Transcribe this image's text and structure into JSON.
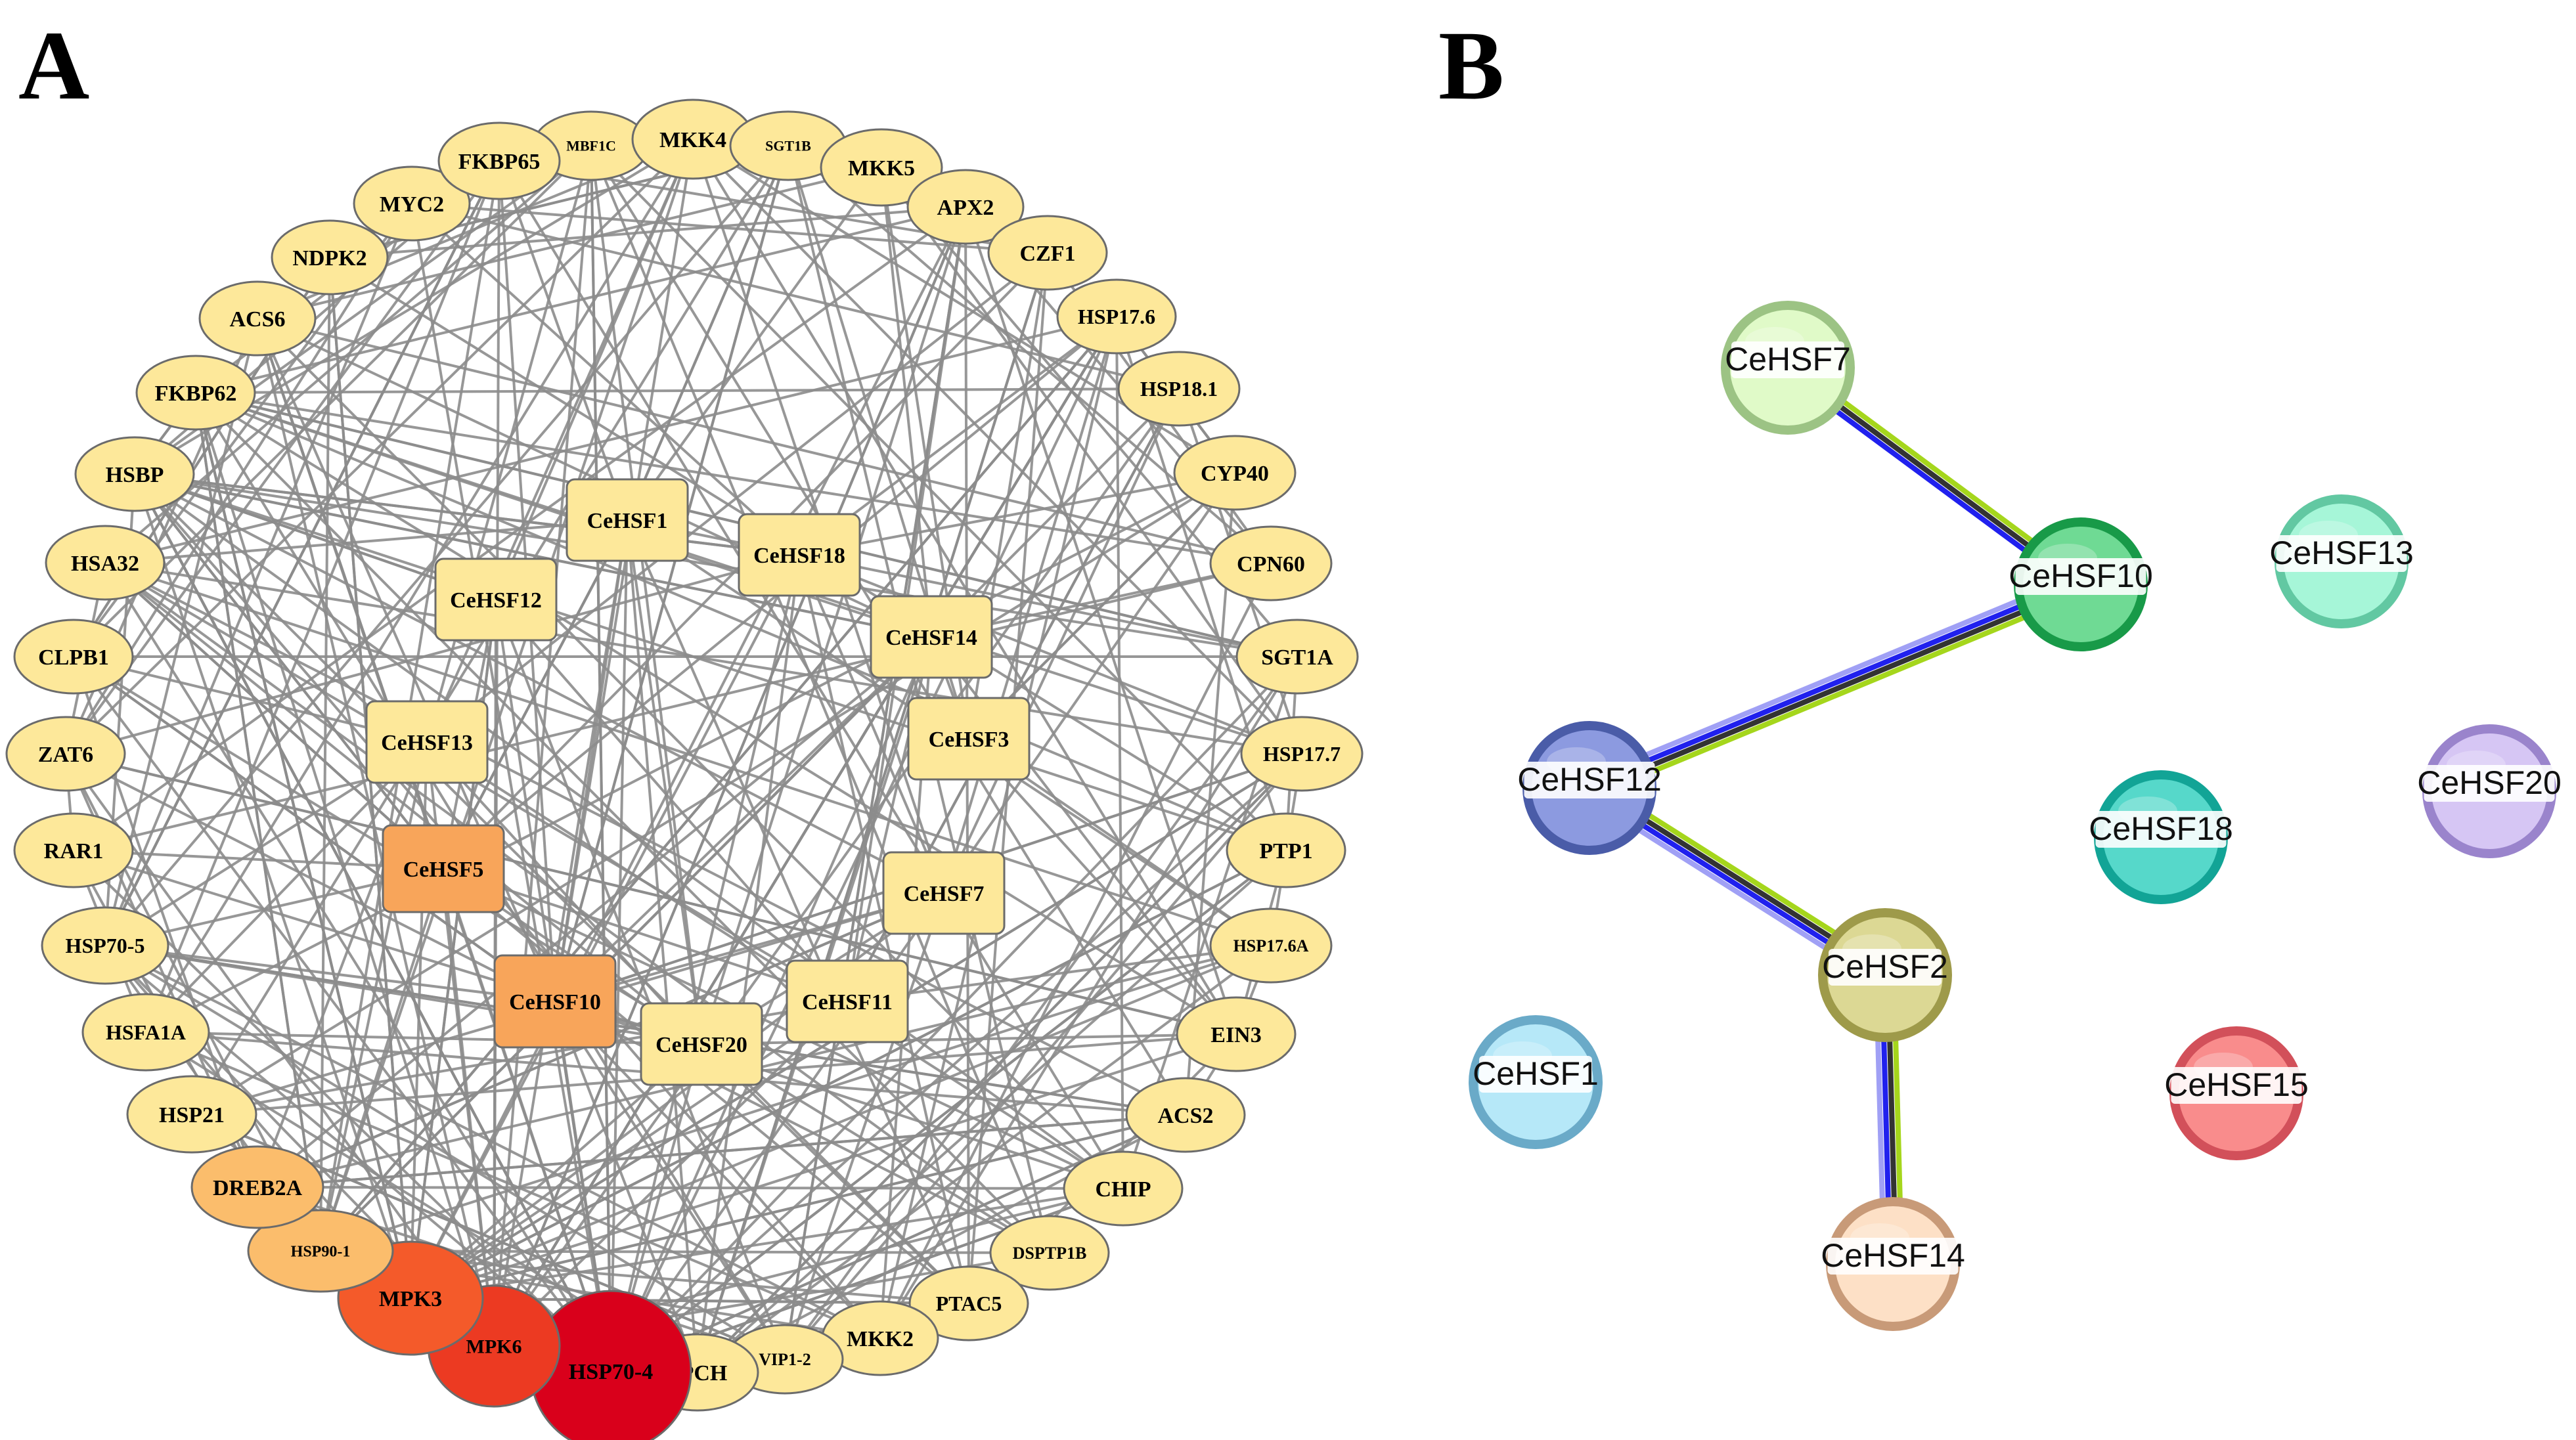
{
  "panels": {
    "a_label": "A",
    "b_label": "B"
  },
  "panel_a": {
    "colors": {
      "edge": "#8c8c8c",
      "node_stroke": "#6b6b6b",
      "level_0": "#fde89a",
      "level_1": "#fbbd6c",
      "level_2": "#f8a55a",
      "level_3": "#f45a2a",
      "level_4": "#ec3a22",
      "level_5": "#d9001b"
    },
    "nodes": [
      {
        "id": "MBF1C",
        "shape": "ellipse",
        "level": 0
      },
      {
        "id": "MKK4",
        "shape": "ellipse",
        "level": 0
      },
      {
        "id": "SGT1B",
        "shape": "ellipse",
        "level": 0
      },
      {
        "id": "MKK5",
        "shape": "ellipse",
        "level": 0
      },
      {
        "id": "APX2",
        "shape": "ellipse",
        "level": 0
      },
      {
        "id": "CZF1",
        "shape": "ellipse",
        "level": 0
      },
      {
        "id": "HSP17.6",
        "shape": "ellipse",
        "level": 0
      },
      {
        "id": "HSP18.1",
        "shape": "ellipse",
        "level": 0
      },
      {
        "id": "CYP40",
        "shape": "ellipse",
        "level": 0
      },
      {
        "id": "CPN60",
        "shape": "ellipse",
        "level": 0
      },
      {
        "id": "SGT1A",
        "shape": "ellipse",
        "level": 0
      },
      {
        "id": "HSP17.7",
        "shape": "ellipse",
        "level": 0
      },
      {
        "id": "PTP1",
        "shape": "ellipse",
        "level": 0
      },
      {
        "id": "HSP17.6A",
        "shape": "ellipse",
        "level": 0
      },
      {
        "id": "EIN3",
        "shape": "ellipse",
        "level": 0
      },
      {
        "id": "ACS2",
        "shape": "ellipse",
        "level": 0
      },
      {
        "id": "CHIP",
        "shape": "ellipse",
        "level": 0
      },
      {
        "id": "DSPTP1B",
        "shape": "ellipse",
        "level": 0
      },
      {
        "id": "PTAC5",
        "shape": "ellipse",
        "level": 0
      },
      {
        "id": "MKK2",
        "shape": "ellipse",
        "level": 0
      },
      {
        "id": "VIP1-2",
        "shape": "ellipse",
        "level": 0
      },
      {
        "id": "SPCH",
        "shape": "ellipse",
        "level": 0
      },
      {
        "id": "HSP70-4",
        "shape": "ellipse",
        "level": 5
      },
      {
        "id": "MPK6",
        "shape": "ellipse",
        "level": 4
      },
      {
        "id": "MPK3",
        "shape": "ellipse",
        "level": 3
      },
      {
        "id": "HSP90-1",
        "shape": "ellipse",
        "level": 1
      },
      {
        "id": "DREB2A",
        "shape": "ellipse",
        "level": 1
      },
      {
        "id": "HSP21",
        "shape": "ellipse",
        "level": 0
      },
      {
        "id": "HSFA1A",
        "shape": "ellipse",
        "level": 0
      },
      {
        "id": "HSP70-5",
        "shape": "ellipse",
        "level": 0
      },
      {
        "id": "RAR1",
        "shape": "ellipse",
        "level": 0
      },
      {
        "id": "ZAT6",
        "shape": "ellipse",
        "level": 0
      },
      {
        "id": "CLPB1",
        "shape": "ellipse",
        "level": 0
      },
      {
        "id": "HSA32",
        "shape": "ellipse",
        "level": 0
      },
      {
        "id": "HSBP",
        "shape": "ellipse",
        "level": 0
      },
      {
        "id": "FKBP62",
        "shape": "ellipse",
        "level": 0
      },
      {
        "id": "ACS6",
        "shape": "ellipse",
        "level": 0
      },
      {
        "id": "NDPK2",
        "shape": "ellipse",
        "level": 0
      },
      {
        "id": "MYC2",
        "shape": "ellipse",
        "level": 0
      },
      {
        "id": "FKBP65",
        "shape": "ellipse",
        "level": 0
      },
      {
        "id": "CeHSF1",
        "shape": "rect",
        "level": 0
      },
      {
        "id": "CeHSF18",
        "shape": "rect",
        "level": 0
      },
      {
        "id": "CeHSF12",
        "shape": "rect",
        "level": 0
      },
      {
        "id": "CeHSF14",
        "shape": "rect",
        "level": 0
      },
      {
        "id": "CeHSF3",
        "shape": "rect",
        "level": 0
      },
      {
        "id": "CeHSF13",
        "shape": "rect",
        "level": 0
      },
      {
        "id": "CeHSF5",
        "shape": "rect",
        "level": 2
      },
      {
        "id": "CeHSF7",
        "shape": "rect",
        "level": 0
      },
      {
        "id": "CeHSF10",
        "shape": "rect",
        "level": 2
      },
      {
        "id": "CeHSF11",
        "shape": "rect",
        "level": 0
      },
      {
        "id": "CeHSF20",
        "shape": "rect",
        "level": 0
      }
    ]
  },
  "panel_b": {
    "edge_colors": [
      "#a5d61c",
      "#333333",
      "#2020ee",
      "#a0a0f5"
    ],
    "nodes": [
      {
        "id": "CeHSF7",
        "label": "CeHSF7",
        "fill": "#e0fac8",
        "stroke": "#9cc384"
      },
      {
        "id": "CeHSF10",
        "label": "CeHSF10",
        "fill": "#6fda94",
        "stroke": "#189a48"
      },
      {
        "id": "CeHSF13",
        "label": "CeHSF13",
        "fill": "#a6f6d8",
        "stroke": "#62c8a2"
      },
      {
        "id": "CeHSF12",
        "label": "CeHSF12",
        "fill": "#8c9ae0",
        "stroke": "#4a5ca8"
      },
      {
        "id": "CeHSF20",
        "label": "CeHSF20",
        "fill": "#d6c6f4",
        "stroke": "#9a84cc"
      },
      {
        "id": "CeHSF18",
        "label": "CeHSF18",
        "fill": "#56d8ca",
        "stroke": "#12a496"
      },
      {
        "id": "CeHSF2",
        "label": "CeHSF2",
        "fill": "#dcd894",
        "stroke": "#9e9a4a"
      },
      {
        "id": "CeHSF1",
        "label": "CeHSF1",
        "fill": "#b6e8f8",
        "stroke": "#6aaac8"
      },
      {
        "id": "CeHSF15",
        "label": "CeHSF15",
        "fill": "#f98c8c",
        "stroke": "#d2505a"
      },
      {
        "id": "CeHSF14",
        "label": "CeHSF14",
        "fill": "#fde0c6",
        "stroke": "#c89a78"
      }
    ],
    "edges": [
      {
        "source": "CeHSF7",
        "target": "CeHSF10",
        "evidence": 3
      },
      {
        "source": "CeHSF10",
        "target": "CeHSF12",
        "evidence": 4
      },
      {
        "source": "CeHSF12",
        "target": "CeHSF2",
        "evidence": 4
      },
      {
        "source": "CeHSF2",
        "target": "CeHSF14",
        "evidence": 4
      }
    ]
  }
}
